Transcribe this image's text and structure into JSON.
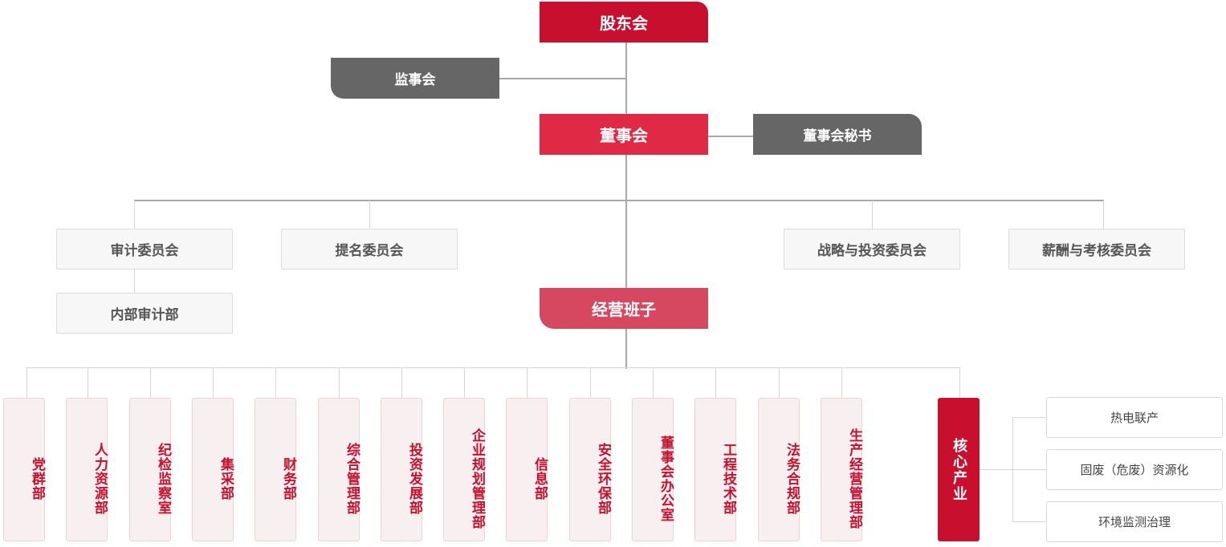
{
  "top": {
    "shareholders": "股东会",
    "supervisors": "监事会",
    "board": "董事会",
    "board_secretary": "董事会秘书",
    "management": "经营班子"
  },
  "committees": {
    "audit": "审计委员会",
    "internal_audit": "内部审计部",
    "nomination": "提名委员会",
    "strategy": "战略与投资委员会",
    "compensation": "薪酬与考核委员会"
  },
  "departments": [
    "党群部",
    "人力资源部",
    "纪检监察室",
    "集采部",
    "财务部",
    "综合管理部",
    "投资发展部",
    "企业规划管理部",
    "信息部",
    "安全环保部",
    "董事会办公室",
    "工程技术部",
    "法务合规部",
    "生产经营管理部"
  ],
  "core": {
    "label": "核心产业",
    "industries": [
      "热电联产",
      "固废（危废）资源化",
      "环境监测治理"
    ]
  },
  "colors": {
    "primary_red": "#c8102e",
    "board_red": "#e02a45",
    "management_red": "#d64860",
    "dark_grey": "#666666"
  }
}
